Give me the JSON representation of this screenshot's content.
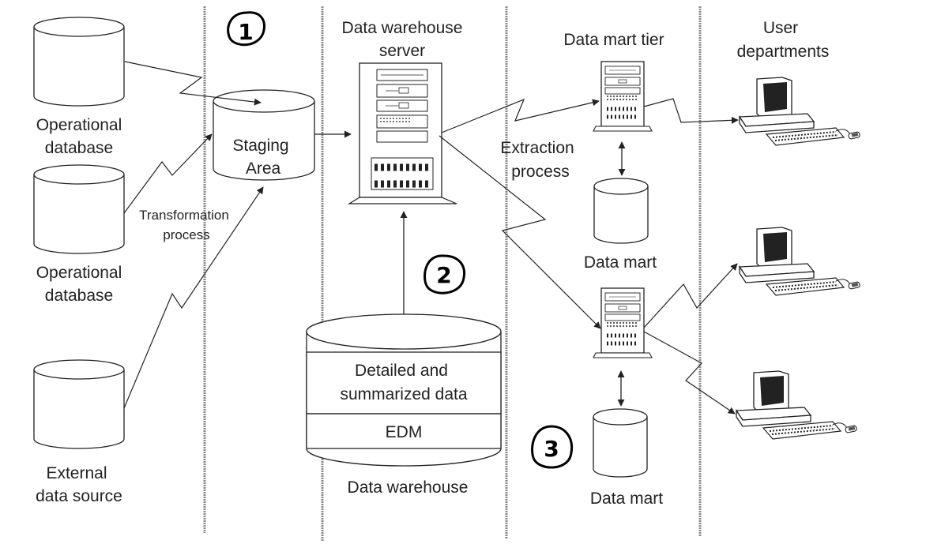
{
  "sources": {
    "operational_1": "Operational database",
    "operational_2": "Operational database",
    "external": "External data source"
  },
  "staging_area": "Staging Area",
  "transformation_process": "Transformation process",
  "server_title": "Data warehouse server",
  "data_warehouse": {
    "label": "Data warehouse",
    "detailed": "Detailed and summarized data",
    "edm": "EDM"
  },
  "extraction_process": "Extraction process",
  "data_mart_tier": "Data mart tier",
  "data_mart_labels": [
    "Data mart",
    "Data mart"
  ],
  "user_departments": "User departments",
  "annotations": [
    "1",
    "2",
    "3"
  ],
  "colors": {
    "line": "#222222",
    "divider": "#8a8a8a",
    "annotation": "#000000"
  }
}
